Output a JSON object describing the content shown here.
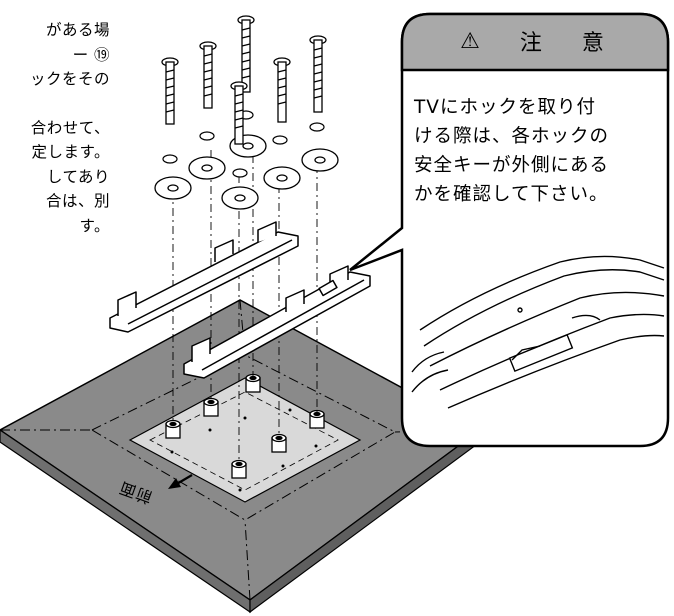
{
  "instruction_lines": [
    "がある場",
    "ー ⑲",
    "ックをその",
    "",
    "合わせて、",
    "定します。",
    "してあり",
    "合は、別",
    "す。"
  ],
  "caution": {
    "symbol": "⚠",
    "title_chars": [
      "注",
      "意"
    ],
    "body_lines": [
      "TVにホックを取り付",
      "ける際は、各ホックの",
      "安全キーが外側にある",
      "かを確認して下さい。"
    ]
  },
  "front_label": "前面"
}
